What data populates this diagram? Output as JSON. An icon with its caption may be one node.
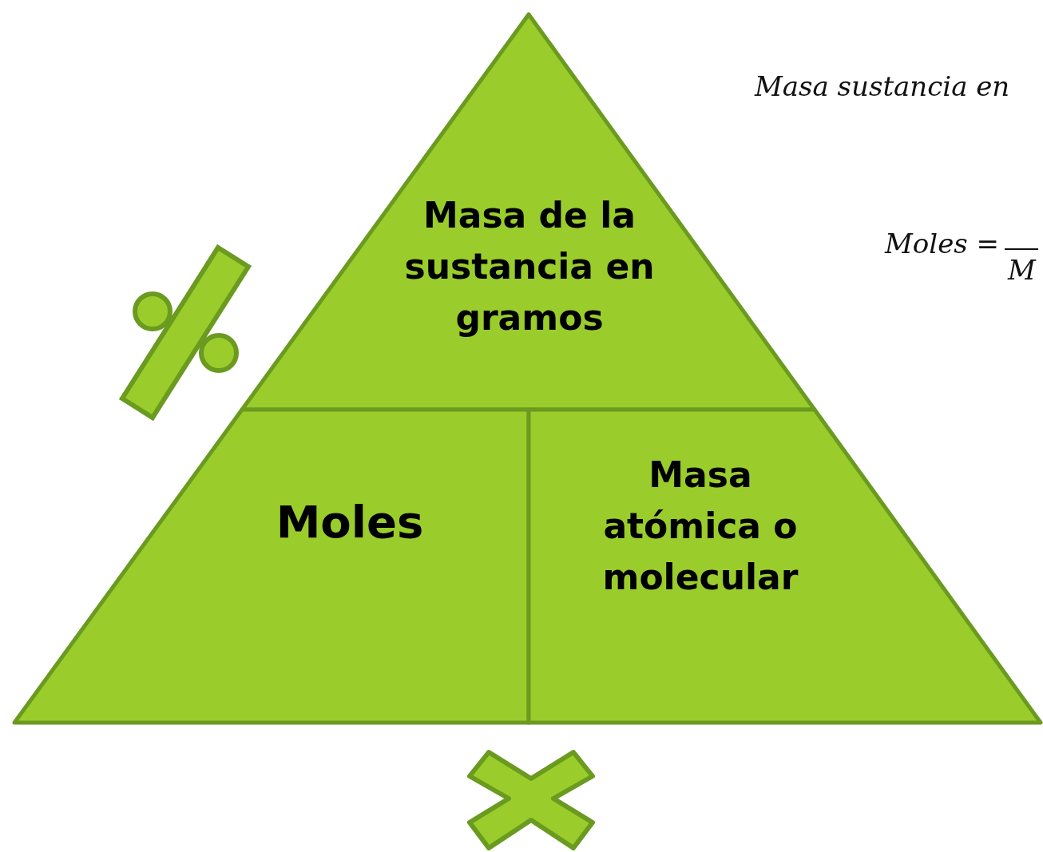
{
  "diagram": {
    "nodes": [
      {
        "text": [
          "Masa de la sustancia en gramos"
        ]
      },
      {
        "text": [
          "Moles"
        ]
      },
      {
        "text": [
          "Masa atómica o molecular"
        ]
      }
    ],
    "labels": [
      "Masa sustancia en",
      "Moles =",
      "M"
    ]
  }
}
